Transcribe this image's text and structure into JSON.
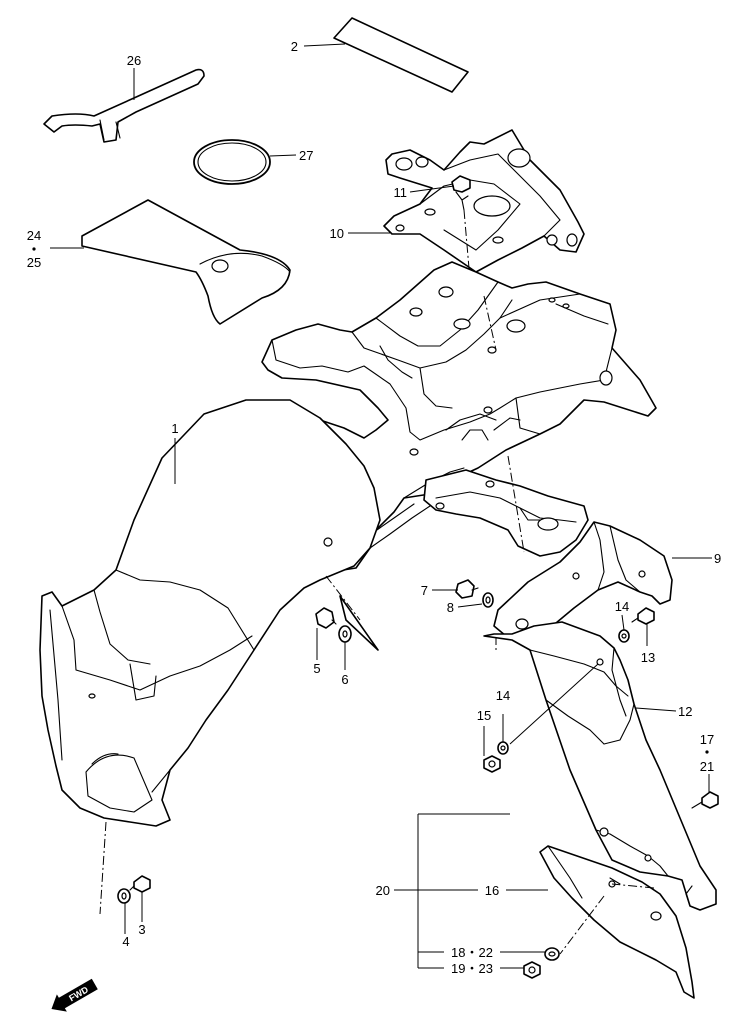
{
  "diagram": {
    "labels": [
      {
        "id": "2",
        "text": "2"
      },
      {
        "id": "26",
        "text": "26"
      },
      {
        "id": "27",
        "text": "27"
      },
      {
        "id": "11",
        "text": "11"
      },
      {
        "id": "10",
        "text": "10"
      },
      {
        "id": "24",
        "text": "24"
      },
      {
        "id": "25",
        "text": "25"
      },
      {
        "id": "1",
        "text": "1"
      },
      {
        "id": "9",
        "text": "9"
      },
      {
        "id": "7",
        "text": "7"
      },
      {
        "id": "8",
        "text": "8"
      },
      {
        "id": "14a",
        "text": "14"
      },
      {
        "id": "13",
        "text": "13"
      },
      {
        "id": "5",
        "text": "5"
      },
      {
        "id": "6",
        "text": "6"
      },
      {
        "id": "12",
        "text": "12"
      },
      {
        "id": "14b",
        "text": "14"
      },
      {
        "id": "15",
        "text": "15"
      },
      {
        "id": "17",
        "text": "17"
      },
      {
        "id": "21",
        "text": "21"
      },
      {
        "id": "20",
        "text": "20"
      },
      {
        "id": "16",
        "text": "16"
      },
      {
        "id": "18-22",
        "text": "18・22"
      },
      {
        "id": "19-23",
        "text": "19・23"
      },
      {
        "id": "4",
        "text": "4"
      },
      {
        "id": "3",
        "text": "3"
      }
    ],
    "fwd_badge": "FWD"
  }
}
